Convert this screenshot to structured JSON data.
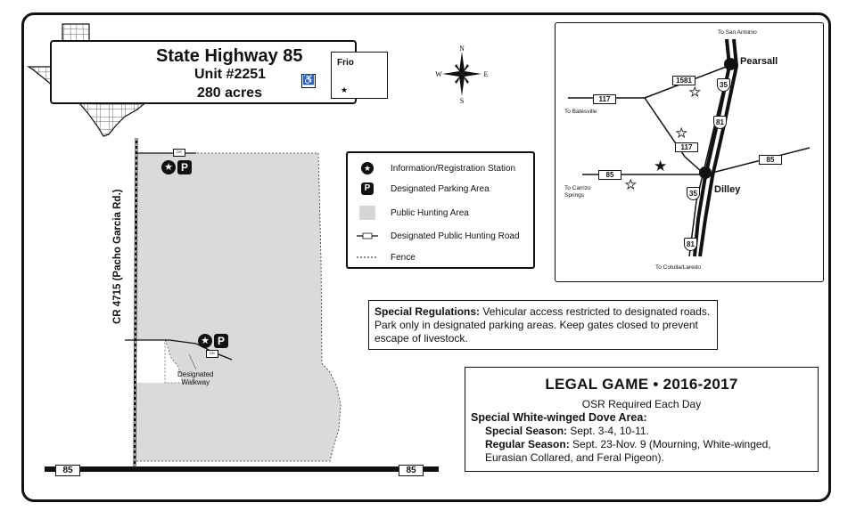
{
  "title": {
    "name": "State Highway 85",
    "unit": "Unit #2251",
    "acres": "280 acres"
  },
  "county": {
    "name": "Frio"
  },
  "compass": {
    "n": "N",
    "s": "S",
    "e": "E",
    "w": "W"
  },
  "legend": {
    "items": [
      {
        "icon": "star-circle-icon",
        "label": "Information/Registration Station"
      },
      {
        "icon": "parking-icon",
        "label": "Designated Parking Area"
      },
      {
        "icon": "gray-swatch",
        "label": "Public Hunting Area"
      },
      {
        "icon": "hunting-road-icon",
        "label": "Designated Public Hunting Road"
      },
      {
        "icon": "fence-line",
        "label": "Fence"
      }
    ]
  },
  "site_map": {
    "road_name": "CR 4715 (Pacho Garcia Rd.)",
    "highway": "85",
    "walkway_label_line1": "Designated",
    "walkway_label_line2": "Walkway",
    "parking_letter": "P",
    "road_sign": "DR"
  },
  "regulations": {
    "heading": "Special Regulations:",
    "text": "Vehicular access restricted to designated roads.  Park only in designated parking areas.  Keep gates closed to prevent escape of livestock."
  },
  "legal_game": {
    "title": "LEGAL GAME • 2016-2017",
    "osr": "OSR Required Each Day",
    "sub": "Special White-winged Dove Area:",
    "special_label": "Special Season:",
    "special_value": " Sept. 3-4, 10-11.",
    "regular_label": "Regular Season:",
    "regular_value": " Sept. 23-Nov. 9 (Mourning, White-winged,",
    "regular_value2": "Eurasian Collared, and Feral Pigeon)."
  },
  "vicinity": {
    "to_san_antonio": "To San Antonio",
    "to_batesville": "To Batesville",
    "to_carrizo_1": "To Carrizo",
    "to_carrizo_2": "Springs",
    "to_cotulla": "To Cotulla/Laredo",
    "pearsall": "Pearsall",
    "dilley": "Dilley",
    "shields": {
      "fm1581": "1581",
      "r117a": "117",
      "r117b": "117",
      "r85w": "85",
      "r85e": "85",
      "i35a": "35",
      "i35b": "35",
      "r81a": "81",
      "r81b": "81"
    }
  }
}
